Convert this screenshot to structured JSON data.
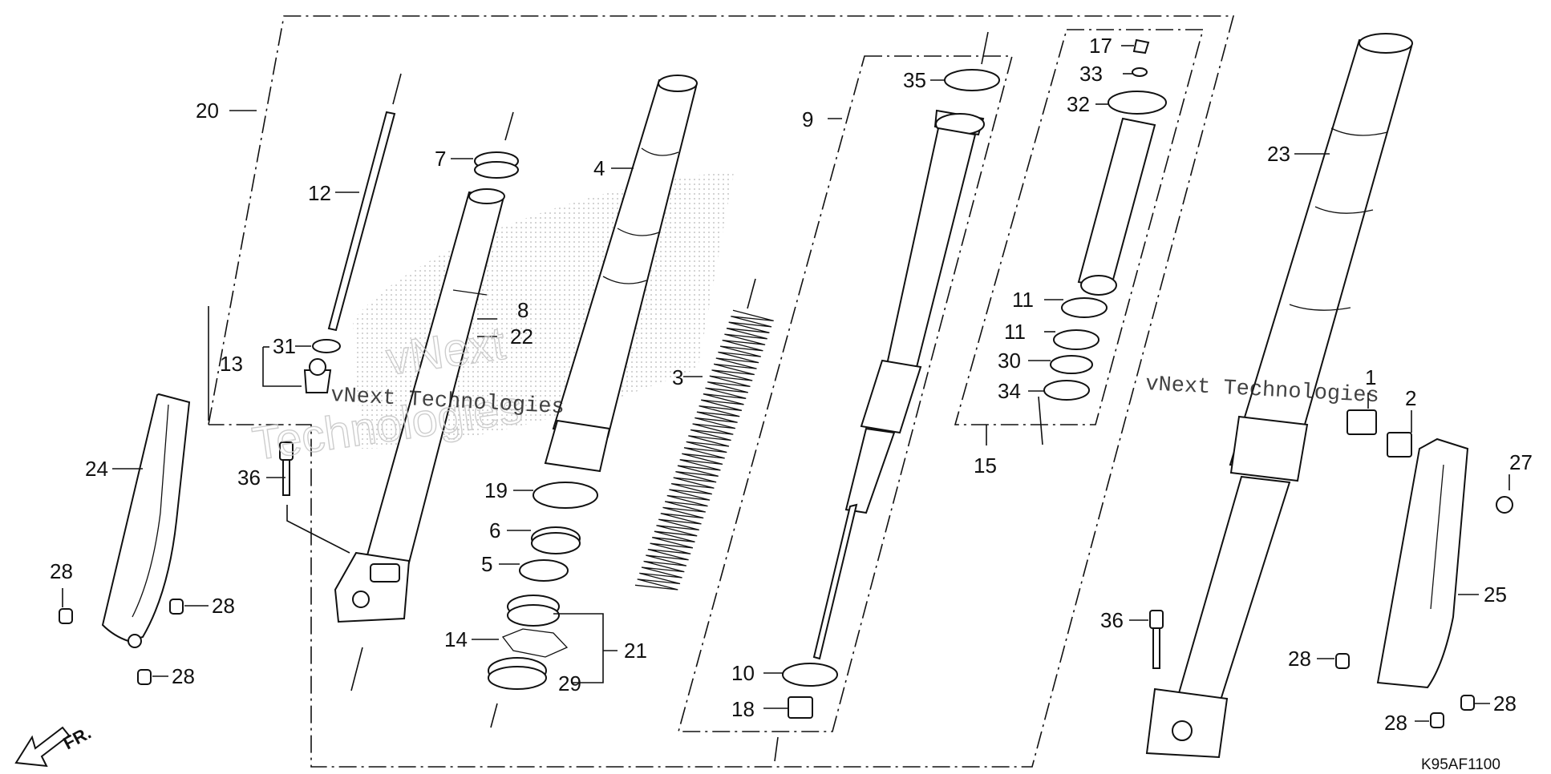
{
  "diagram": {
    "code": "K95AF1100",
    "watermarks": [
      "vNext",
      "Technologies",
      "vNext Technologies",
      "vNext Technologies"
    ],
    "direction_label": "FR.",
    "callouts": {
      "c1": "1",
      "c2": "2",
      "c3": "3",
      "c4": "4",
      "c5": "5",
      "c6": "6",
      "c7": "7",
      "c8": "8",
      "c9": "9",
      "c10": "10",
      "c11a": "11",
      "c11b": "11",
      "c12": "12",
      "c13": "13",
      "c14": "14",
      "c15": "15",
      "c17": "17",
      "c18": "18",
      "c19": "19",
      "c20": "20",
      "c21": "21",
      "c22": "22",
      "c23": "23",
      "c24": "24",
      "c25": "25",
      "c27": "27",
      "c28a": "28",
      "c28b": "28",
      "c28c": "28",
      "c28d": "28",
      "c28e": "28",
      "c28f": "28",
      "c29": "29",
      "c30": "30",
      "c31": "31",
      "c32": "32",
      "c33": "33",
      "c34": "34",
      "c35": "35",
      "c36a": "36",
      "c36b": "36"
    }
  }
}
